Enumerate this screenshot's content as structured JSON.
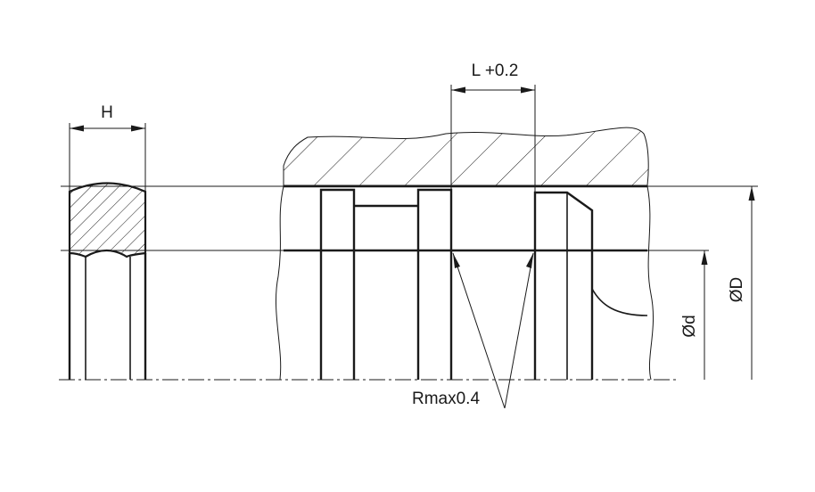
{
  "labels": {
    "height": "H",
    "groove_length": "L +0.2",
    "radius": "Rmax0.4",
    "inner_diameter": "Ød",
    "outer_diameter": "ØD"
  },
  "colors": {
    "line": "#1a1a1a",
    "background": "#ffffff"
  }
}
